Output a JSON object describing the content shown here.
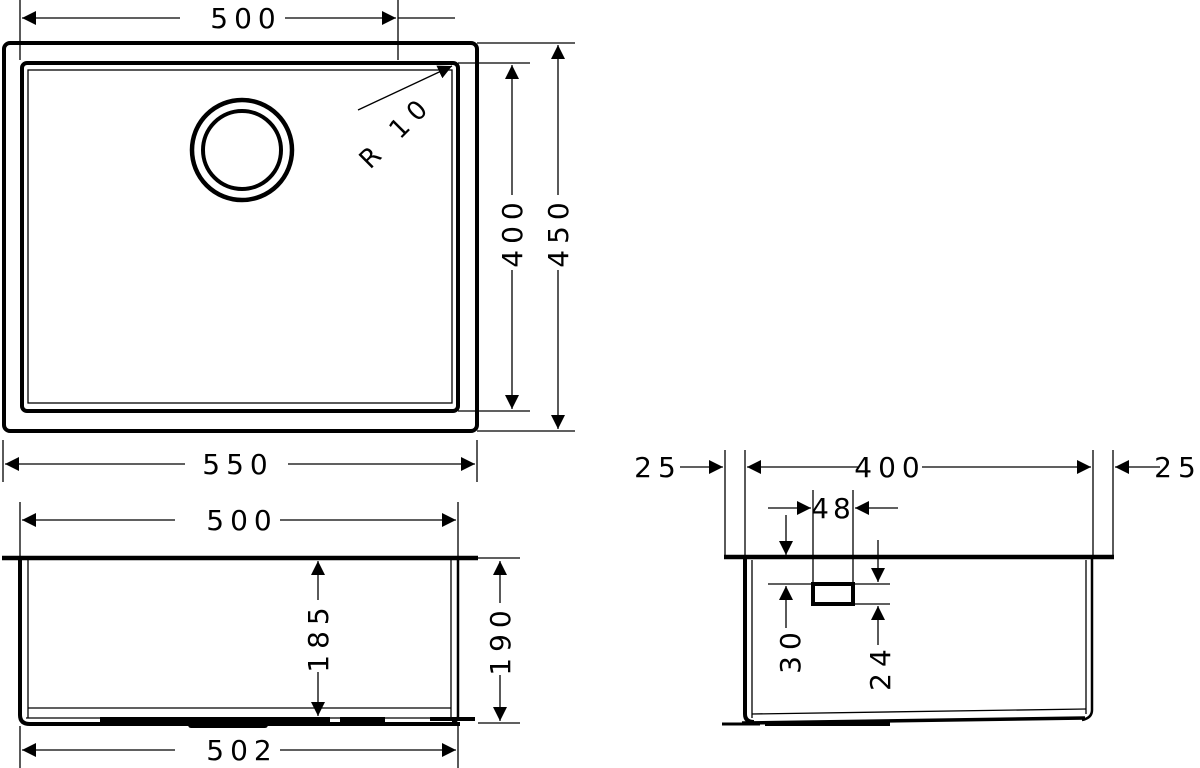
{
  "drawing": {
    "title": "Undermount sink technical drawing",
    "units": "mm",
    "colors": {
      "line": "#000000",
      "background": "#ffffff"
    }
  },
  "top_view": {
    "inner_width": "500",
    "outer_width": "550",
    "inner_depth": "400",
    "outer_depth": "450",
    "corner_radius": "R 10"
  },
  "front_view": {
    "top_width": "500",
    "bottom_width": "502",
    "inner_height": "185",
    "outer_height": "190"
  },
  "side_view": {
    "flange_left": "25",
    "inner_depth": "400",
    "flange_right": "25",
    "overflow_width": "48",
    "overflow_offset": "30",
    "overflow_height": "24"
  }
}
